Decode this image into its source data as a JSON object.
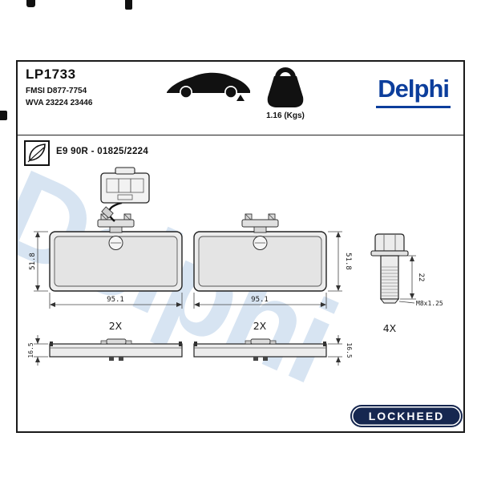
{
  "header": {
    "part_number": "LP1733",
    "fmsi_code": "FMSI D877-7754",
    "wva_code": "WVA 23224 23446",
    "weight": "1.16 (Kgs)",
    "brand": "Delphi"
  },
  "homologation": {
    "code": "E9 90R - 01825/2224"
  },
  "watermark": "Delphi",
  "dimensions": {
    "pad_height_mm": "51.8",
    "pad_width_mm": "95.1",
    "pad_quantity": "2X",
    "pad_thickness_mm": "16.5",
    "bolt_length_mm": "22",
    "bolt_thread": "M8x1.25",
    "bolt_quantity": "4X"
  },
  "footer": {
    "supplier_logo": "LOCKHEED"
  },
  "icons": {
    "vehicle_type": "car-silhouette-icon",
    "weight": "kettlebell-weight-icon",
    "environment": "leaf-icon",
    "page_marks": "registration-mark"
  },
  "colors": {
    "delphi_blue": "#0c3e9c",
    "watermark_blue": "#b7cfe8",
    "lockheed_navy": "#162750"
  }
}
